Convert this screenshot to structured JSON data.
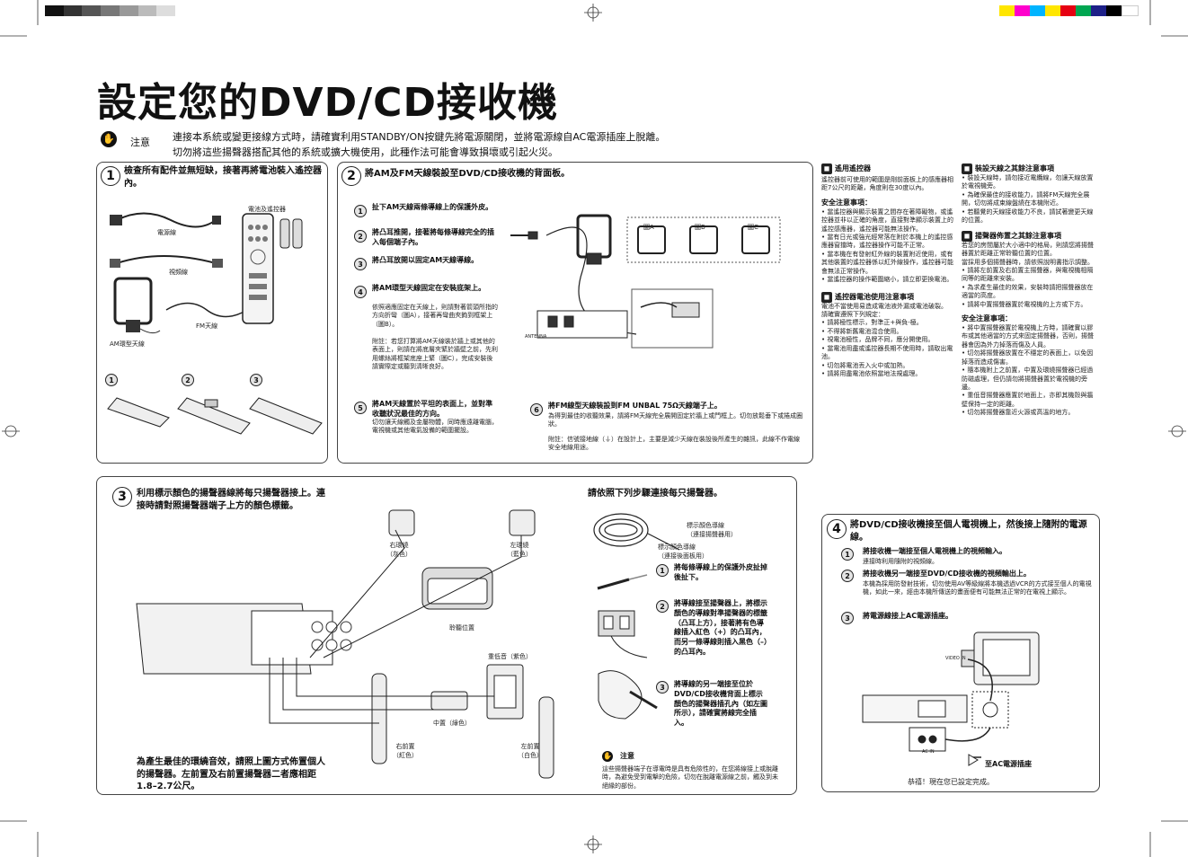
{
  "colors": {
    "accent": "#111111",
    "bars_dark": [
      "#222222",
      "#444444",
      "#666666",
      "#888888",
      "#aaaaaa",
      "#cccccc"
    ],
    "bars_color": [
      "#ffe600",
      "#ff00cc",
      "#00b4ff",
      "#ffe600",
      "#e60012",
      "#00a651",
      "#1d2088",
      "#000000"
    ]
  },
  "title": "設定您的DVD/CD接收機",
  "caution": {
    "label": "注意",
    "line1": "連接本系統或變更接線方式時，請確實利用STANDBY/ON按鍵先將電源關閉，並將電源線自AC電源插座上脫離。",
    "line2": "切勿將這些揚聲器搭配其他的系統或擴大機使用，此種作法可能會導致損壞或引起火災。"
  },
  "s1": {
    "num": "1",
    "heading": "檢查所有配件並無短缺，接著再將電池裝入遙控器內。",
    "l_power": "電源線",
    "l_video": "視頻線",
    "l_batt": "電池及遙控器",
    "l_am": "AM環型天線",
    "l_fm": "FM天線",
    "n1": "1",
    "n2": "2",
    "n3": "3"
  },
  "s2": {
    "num": "2",
    "heading": "將AM及FM天線裝設至DVD/CD接收機的背面板。",
    "step1": "扯下AM天線兩條導線上的保護外皮。",
    "step2": "將凸耳推開，接著將每條導線完全的插入每個端子內。",
    "step3": "將凸耳放開以固定AM天線導線。",
    "step4": "將AM環型天線固定在安裝底架上。",
    "step4_body": "依照適應固定在天線上，則請對著箭頭所指的方向折彎（圖A），接著再彎曲夾鉤到框架上（圖B）。",
    "step4_note": "附註：若您打算將AM天線裝於牆上或其他的表面上，則請在將底層夾緊於牆壁之前，先利用螺絲將框架底座上緊（圖C），完成安裝後請實際定或聽到清晰良好。",
    "step5": "將AM天線置於平坦的表面上，並對準收聽狀況最佳的方向。",
    "step5_body": "切勿讓天線觸及金屬物體，同時應遠離電腦，電視機或其他電氣設備的範圍擺設。",
    "step6": "將FM線型天線裝設到FM UNBAL 75Ω天線端子上。",
    "step6_body": "為得到最佳的收聽效果，請將FM天線完全展開固定於牆上或門框上。切勿放鬆垂下或捲成圈狀。",
    "step6_note": "附註：信號接地線（⏚）在設計上，主要是減少天線在裝設後所產生的雜訊，此線不作電線安全地線用途。",
    "figA": "圖A",
    "figB": "圖B",
    "figC": "圖C",
    "n1": "1",
    "n2": "2",
    "n3": "3",
    "n4": "4",
    "n5": "5",
    "n6": "6",
    "antenna": "ANTENNA"
  },
  "r1": {
    "h_remote": "遙用遙控器",
    "p_remote": "遙控器前可使用的範圍是剛前面板上的感應器相距7公尺的距離，角度則在30度以內。",
    "h_safe": "安全注意事項：",
    "p_safe": "• 當遙控器與顯示裝置之間存在著障礙物，或遙控器並非以正確的角度，直接對準顯示裝置上的遙控感應器，遙控器可能無法操作。\n• 當有日光或強光經常落在附於本機上的遙控感應器窗擋時，遙控器操作可能不正常。\n• 當本機在有發射紅外線的裝置附近使用，或有其他裝置的遙控器係以紅外線操作，遙控器可能會無法正常操作。\n• 當遙控器的操作範圍縮小，請立即更換電池。",
    "h_batt": "遙控器電池使用注意事項",
    "p_batt": "電池不當使用易造成電池液外漏或電池破裂。\n請確實遵照下列規定：\n• 請將極性標示，對準正+與負-極。\n• 不得將新舊電池混合使用。\n• 視電池極性，品牌不同，應分開使用。\n• 當電池用盡或遙控器長期不使用時，請取出電池。\n• 切勿將電池丟入火中或加熱。\n• 請將用盡電池依照當地法規處理。"
  },
  "r2": {
    "h_speak": "裝設天線之其餘注意事項",
    "p_speak": "• 裝設天線時，請勿接近電纜線，勿讓天線放置於電視機旁。\n• 為確保最佳的接收能力，請將FM天線完全展開，切勿將成束線盤繞在本機附近。\n• 若聽覺的天線接收能力不良，請試著變更天線的位置。",
    "h_layout": "揚聲器佈置之其餘注意事項",
    "p_layout": "若您的房間屬於大小適中的格局，則請您將揚聲器置於距離正常聆聽位置的位置。\n當採用多個揚聲器時，請依照說明書指示調整。\n• 請將左前置及右前置主揚聲器，與電視機相隔同等的距離來安裝。\n• 為求產生最佳的效果，安裝時請把揚聲器放在適當的高度。\n• 請將中置揚聲器置於電視機的上方或下方。",
    "h_safe": "安全注意事項：",
    "p_safe": "• 將中置揚聲器置於電視機上方時，請確實以膠布或其他適當的方式來固定揚聲器，否則，揚聲器會因為外力掉落而傷及人員。\n• 切勿將揚聲器放置在不穩定的表面上，以免因掉落而造成傷害。\n• 隨本機附上之前置，中置及環繞揚聲器已經過防磁處理，但仍請勿將揚聲器置於電視機的旁邊。\n• 重低音揚聲器應置於地面上，亦即其機殼與牆壁保持一定的距離。\n• 切勿將揚聲器靠近火源或高溫的地方。"
  },
  "s3": {
    "num": "3",
    "heading": "利用標示顏色的揚聲器線將每只揚聲器接上。連接時請對照揚聲器端子上方的顏色標籤。",
    "right_heading": "請依照下列步驟連接每只揚聲器。",
    "sr": "右環繞\n（灰色）",
    "sl": "左環繞\n（藍色）",
    "listen": "聆聽位置",
    "sub": "重低音（紫色）",
    "center": "中置（綠色）",
    "fr": "右前置\n（紅色）",
    "fl": "左前置\n（白色）",
    "bottom": "為產生最佳的環繞音效，請照上圖方式佈置個人的揚聲器。左前置及右前置揚聲器二者應相距1.8–2.7公尺。",
    "wire_color": "標示顏色導線\n（連接揚聲器用）",
    "wire_black": "標示顏色導線\n（連接後面板用）",
    "step1": "將每條導線上的保護外皮扯掉後扯下。",
    "step2": "將導線接至揚聲器上，將標示顏色的導線對準揚聲器的標籤（凸耳上方），接著將有色導線插入紅色（+）的凸耳內，而另一條導線則插入黑色（–）的凸耳內。",
    "step3": "將導線的另一端接至位於DVD/CD接收機背面上標示顏色的揚聲器插孔內（如左圖所示），請確實將線完全插入。",
    "caution_label": "注意",
    "caution": "這些揚聲器端子在導電時是具有危險性的，在您將線接上或脫離時，為避免受到電擊的危險，切勿在脫離電源線之前，觸及到未絕緣的部份。",
    "n1": "1",
    "n2": "2",
    "n3": "3"
  },
  "s4": {
    "num": "4",
    "heading": "將DVD/CD接收機接至個人電視機上，然後接上隨附的電源線。",
    "step1": "將接收機一端接至個人電視機上的視頻輸入。",
    "step1_body": "連接時利用隨附的視頻線。",
    "step2": "將接收機另一端接至DVD/CD接收機的視頻輸出上。",
    "step2_body": "本機為採用防發射技術，切勿使用AV等級線將本機透過VCR的方式接至個人的電視機，如此一來，經由本機所傳送的畫面便有可能無法正常的在電視上顯示。",
    "step3": "將電源線接上AC電源插座。",
    "ac": "至AC電源插座",
    "done": "恭禧！現在您已設定完成。",
    "n1": "1",
    "n2": "2",
    "n3": "3",
    "videoin": "VIDEO IN",
    "acin": "AC IN"
  }
}
